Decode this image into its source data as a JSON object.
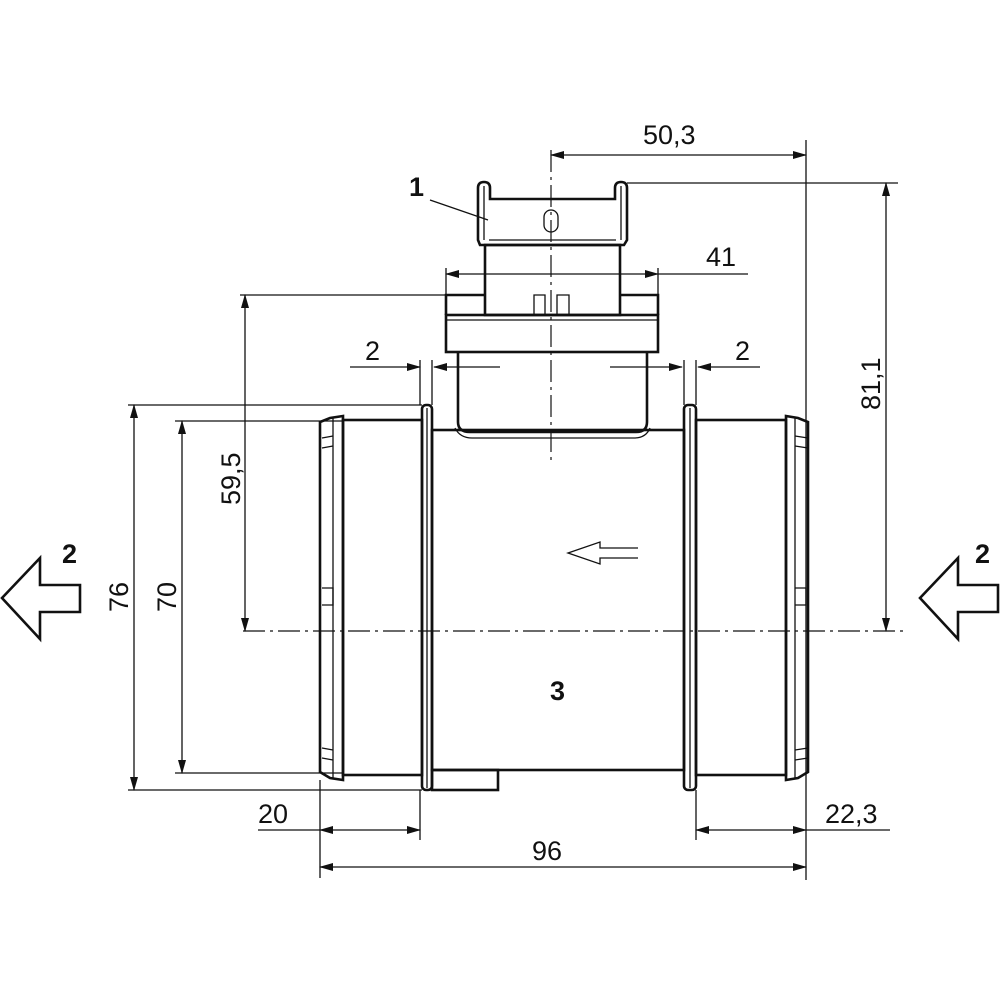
{
  "labels": {
    "connector": "1",
    "flow_left": "2",
    "flow_right": "2",
    "housing": "3"
  },
  "dimensions": {
    "d_50_3": "50,3",
    "d_41": "41",
    "d_81_1": "81,1",
    "d_59_5": "59,5",
    "d_2_left": "2",
    "d_2_right": "2",
    "d_76": "76",
    "d_70": "70",
    "d_20": "20",
    "d_96": "96",
    "d_22_3": "22,3"
  }
}
